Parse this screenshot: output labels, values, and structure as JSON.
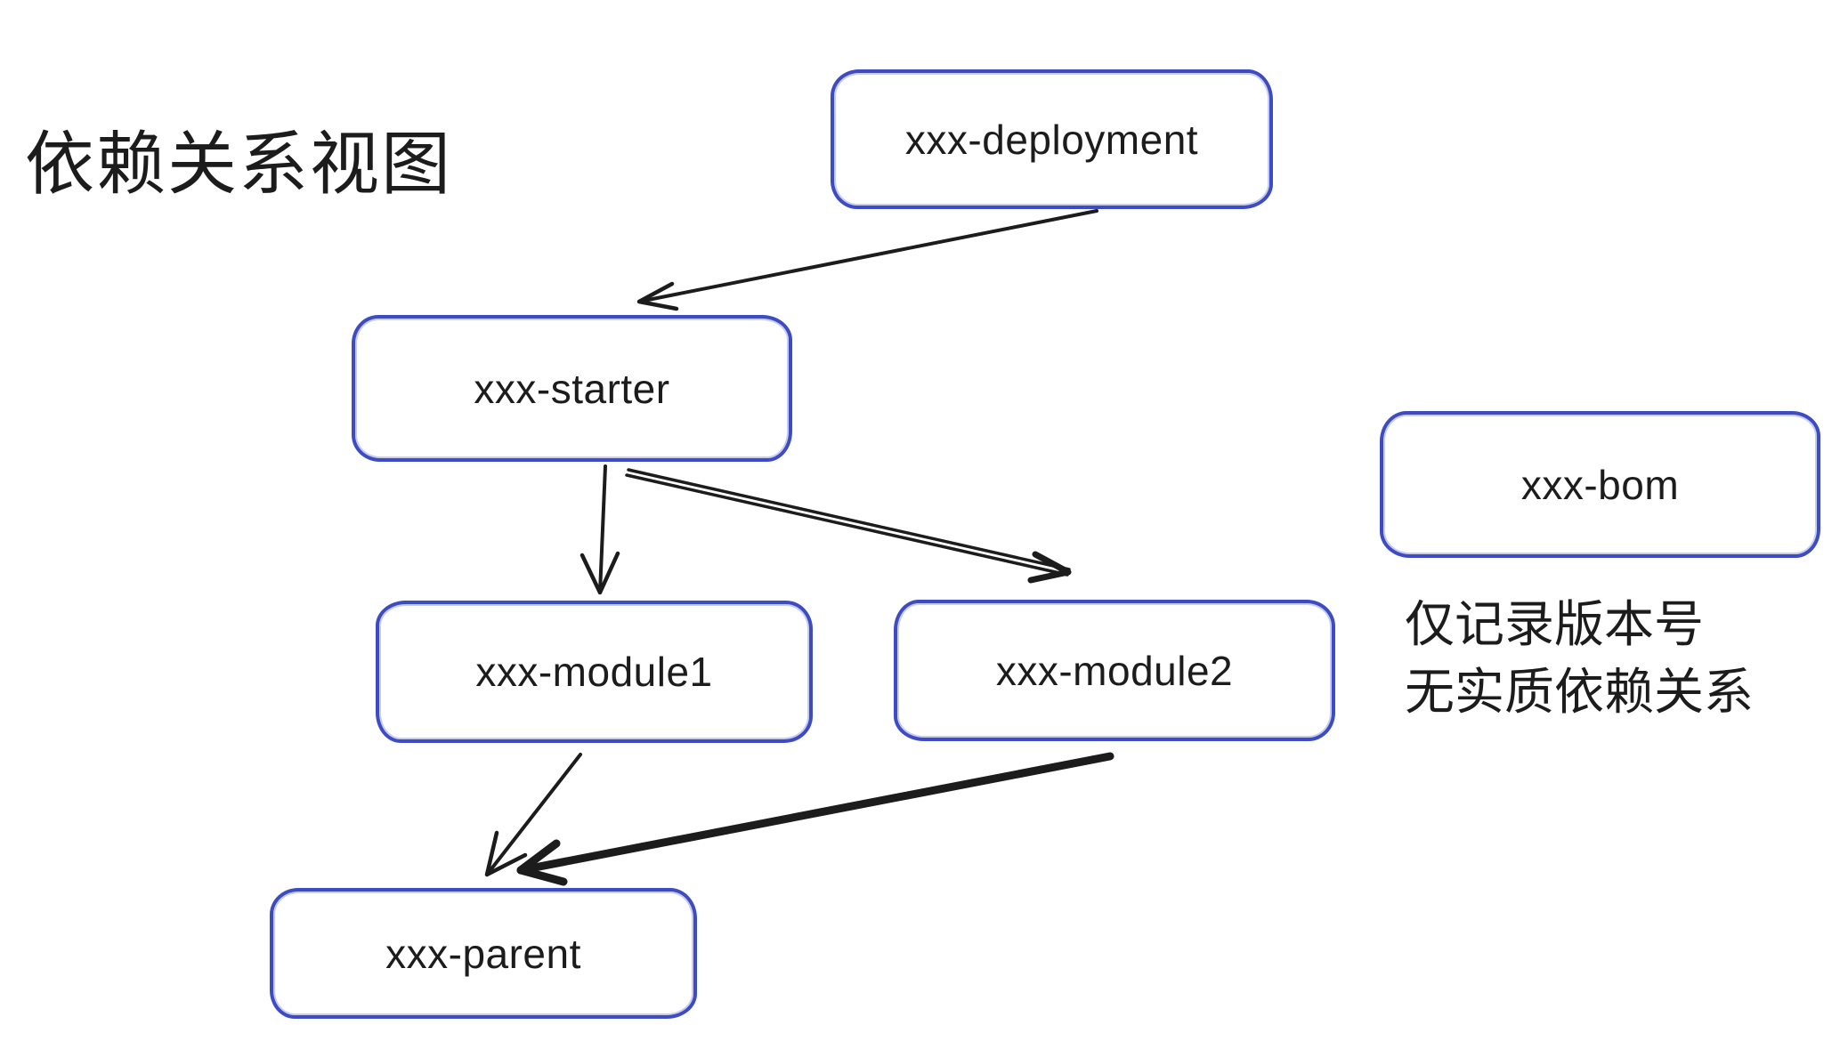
{
  "title": "依赖关系视图",
  "annotation": {
    "line1": "仅记录版本号",
    "line2": "无实质依赖关系"
  },
  "nodes": {
    "deployment": {
      "label": "xxx-deployment"
    },
    "starter": {
      "label": "xxx-starter"
    },
    "module1": {
      "label": "xxx-module1"
    },
    "module2": {
      "label": "xxx-module2"
    },
    "parent": {
      "label": "xxx-parent"
    },
    "bom": {
      "label": "xxx-bom"
    }
  },
  "edges": [
    {
      "from": "xxx-deployment",
      "to": "xxx-starter",
      "style": "thin"
    },
    {
      "from": "xxx-starter",
      "to": "xxx-module1",
      "style": "thin"
    },
    {
      "from": "xxx-starter",
      "to": "xxx-module2",
      "style": "thick"
    },
    {
      "from": "xxx-module1",
      "to": "xxx-parent",
      "style": "thin"
    },
    {
      "from": "xxx-module2",
      "to": "xxx-parent",
      "style": "thick"
    }
  ],
  "colors": {
    "box_border": "#3d4cc3",
    "arrow": "#1c1c1c",
    "text": "#1c1c1c",
    "background": "#ffffff"
  }
}
